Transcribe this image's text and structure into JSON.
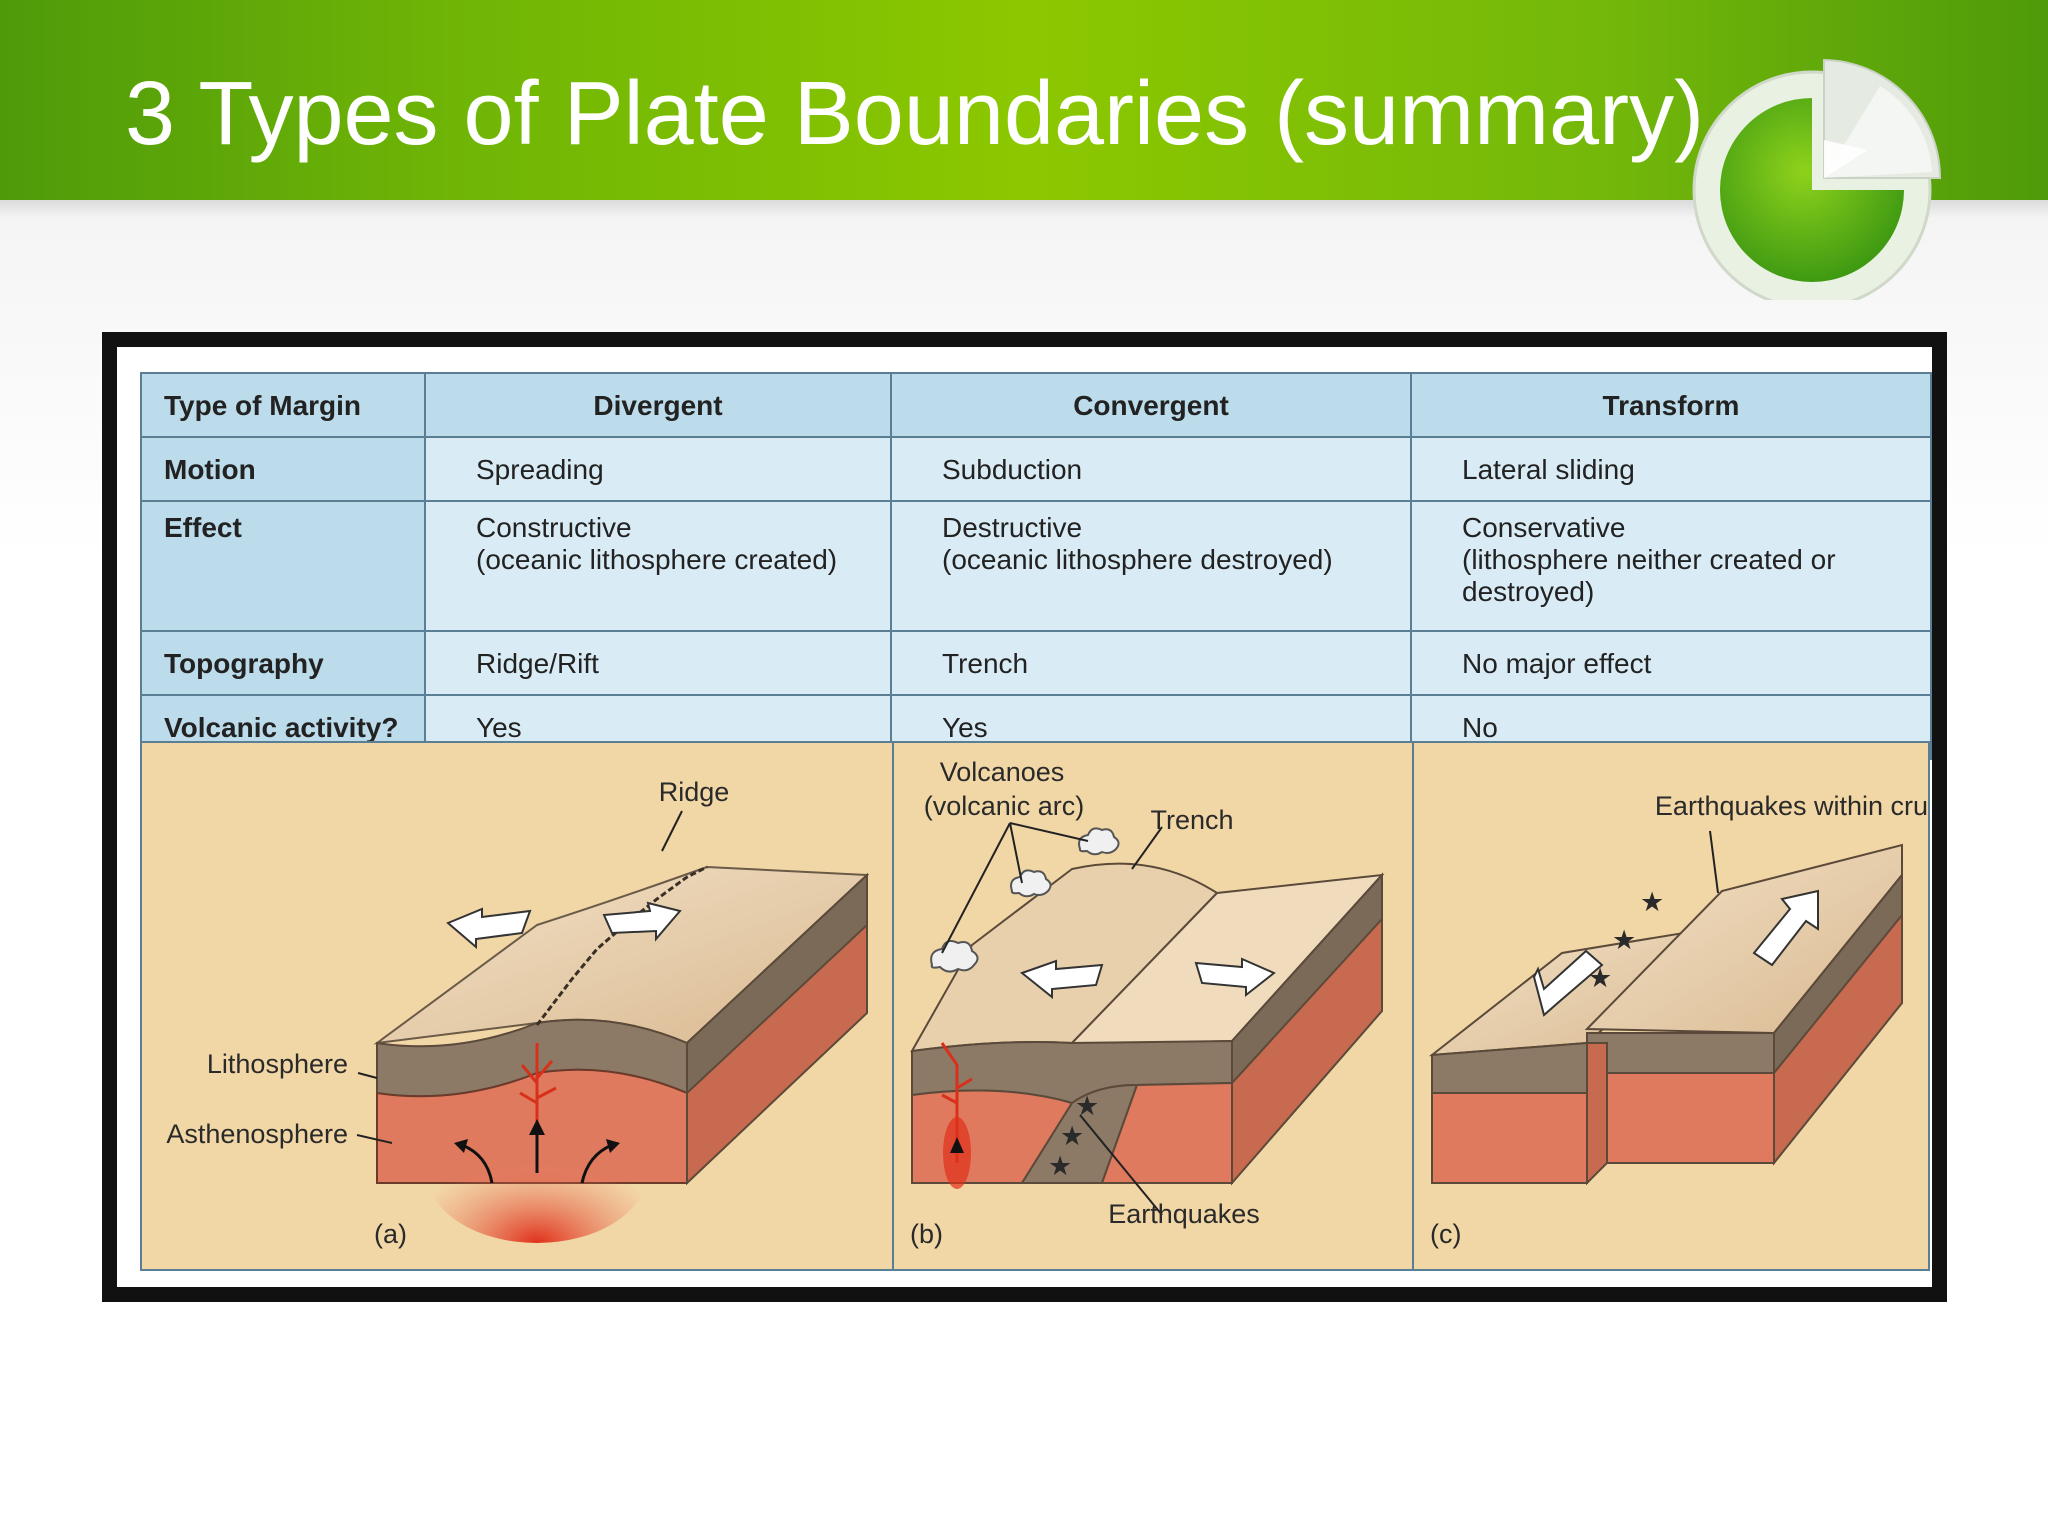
{
  "slide": {
    "title": "3 Types of Plate Boundaries (summary)"
  },
  "colors": {
    "banner_green": "#7dbb05",
    "table_header_blue": "#bcdcec",
    "table_cell_blue": "#d9ecf5",
    "diagram_background": "#f2d7a6",
    "crust_tan": "#e6c9a0",
    "lithosphere_brown": "#8c7a66",
    "asthenosphere_red": "#e07a5e"
  },
  "table": {
    "corner_label": "Type of Margin",
    "columns": [
      "Divergent",
      "Convergent",
      "Transform"
    ],
    "rows": [
      {
        "label": "Motion",
        "cells": [
          [
            "Spreading"
          ],
          [
            "Subduction"
          ],
          [
            "Lateral sliding"
          ]
        ]
      },
      {
        "label": "Effect",
        "cells": [
          [
            "Constructive",
            "(oceanic lithosphere created)"
          ],
          [
            "Destructive",
            "(oceanic lithosphere destroyed)"
          ],
          [
            "Conservative",
            "(lithosphere neither created or",
            "destroyed)"
          ]
        ]
      },
      {
        "label": "Topography",
        "cells": [
          [
            "Ridge/Rift"
          ],
          [
            "Trench"
          ],
          [
            "No major effect"
          ]
        ]
      },
      {
        "label": "Volcanic activity?",
        "cells": [
          [
            "Yes"
          ],
          [
            "Yes"
          ],
          [
            "No"
          ]
        ]
      }
    ]
  },
  "diagrams": {
    "divergent": {
      "panel_label": "(a)",
      "ridge_label": "Ridge",
      "lithosphere_label": "Lithosphere",
      "asthenosphere_label": "Asthenosphere"
    },
    "convergent": {
      "panel_label": "(b)",
      "volcanoes_label_line1": "Volcanoes",
      "volcanoes_label_line2": "(volcanic arc)",
      "trench_label": "Trench",
      "earthquakes_label": "Earthquakes"
    },
    "transform": {
      "panel_label": "(c)",
      "earthquakes_label": "Earthquakes within crust"
    }
  }
}
